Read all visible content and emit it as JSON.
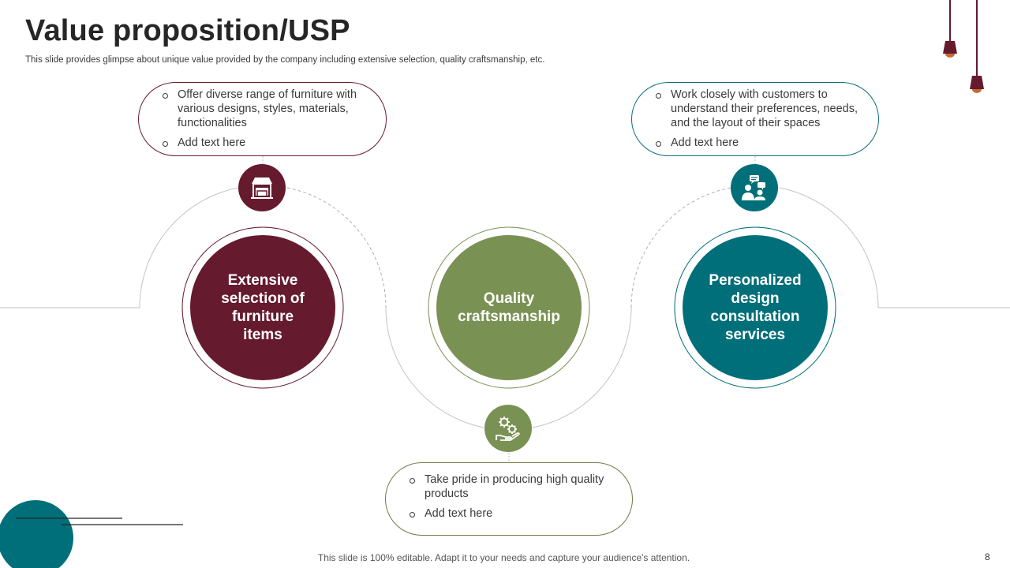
{
  "header": {
    "title": "Value proposition/USP",
    "subtitle": "This slide provides glimpse about unique value provided by the company including extensive selection, quality craftsmanship, etc."
  },
  "colors": {
    "maroon": "#651a2e",
    "olive": "#7a9154",
    "teal": "#006f7a",
    "accent_orange": "#c56a34"
  },
  "pillars": [
    {
      "label": "Extensive selection of furniture items",
      "icon": "furniture-store-icon",
      "points": [
        "Offer diverse range of furniture with various designs, styles, materials, functionalities",
        "Add text here"
      ]
    },
    {
      "label": "Quality craftsmanship",
      "icon": "gears-hand-icon",
      "points": [
        "Take pride in producing high quality products",
        "Add text here"
      ]
    },
    {
      "label": "Personalized design consultation services",
      "icon": "consultation-people-icon",
      "points": [
        "Work closely with customers to understand their preferences, needs, and the layout of their spaces",
        "Add text here"
      ]
    }
  ],
  "footer": {
    "note": "This slide is 100% editable. Adapt it to your needs and capture your audience's attention.",
    "page_number": "8"
  }
}
